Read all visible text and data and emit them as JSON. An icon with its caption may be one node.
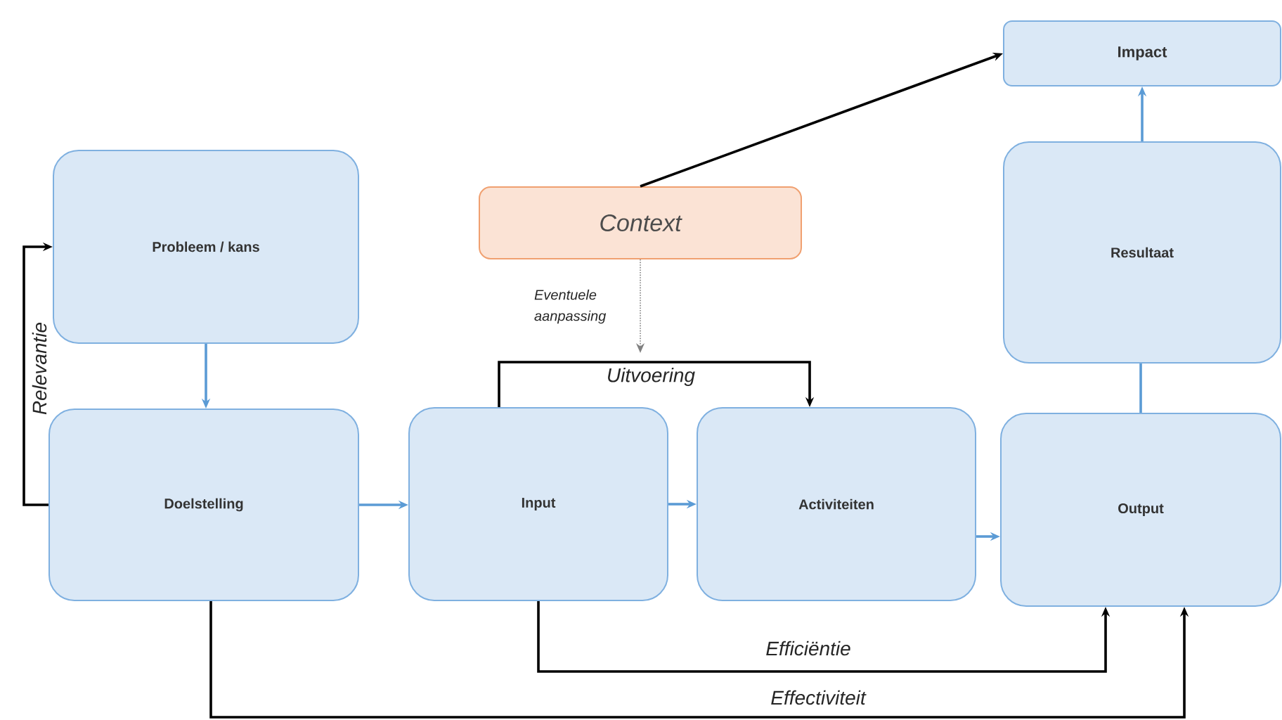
{
  "diagram": {
    "nodes": [
      {
        "text": [
          "Probleem / kans"
        ]
      },
      {
        "text": [
          "Doelstelling"
        ]
      },
      {
        "text": [
          "Context"
        ]
      },
      {
        "text": [
          "Input"
        ]
      },
      {
        "text": [
          "Activiteiten"
        ]
      },
      {
        "text": [
          "Impact"
        ]
      },
      {
        "text": [
          "Resultaat"
        ]
      },
      {
        "text": [
          "Output"
        ]
      }
    ],
    "edges": [
      {
        "from": 0,
        "to": 1,
        "arrow": "to",
        "color": "#5b9bd5"
      },
      {
        "from": 1,
        "to": 0,
        "arrow": "to",
        "label": "Relevantie",
        "color": "#000000"
      },
      {
        "from": 1,
        "to": 3,
        "arrow": "to",
        "color": "#5b9bd5"
      },
      {
        "from": 3,
        "to": 4,
        "arrow": "to",
        "color": "#5b9bd5"
      },
      {
        "from": 4,
        "to": 7,
        "arrow": "to",
        "color": "#5b9bd5"
      },
      {
        "from": 7,
        "to": 6,
        "arrow": "none",
        "color": "#5b9bd5"
      },
      {
        "from": 6,
        "to": 5,
        "arrow": "to",
        "color": "#5b9bd5"
      },
      {
        "from": 2,
        "to": 5,
        "arrow": "to",
        "color": "#000000"
      },
      {
        "from": 3,
        "to": 4,
        "arrow": "to",
        "label": "Uitvoering",
        "color": "#000000"
      },
      {
        "from": 2,
        "to": null,
        "arrow": "to",
        "label": "Eventuele aanpassing",
        "style": "dashed",
        "color": "#808080"
      },
      {
        "from": 3,
        "to": 7,
        "arrow": "to",
        "label": "Efficiëntie",
        "color": "#000000"
      },
      {
        "from": 1,
        "to": 7,
        "arrow": "to",
        "label": "Effectiviteit",
        "color": "#000000"
      }
    ]
  }
}
